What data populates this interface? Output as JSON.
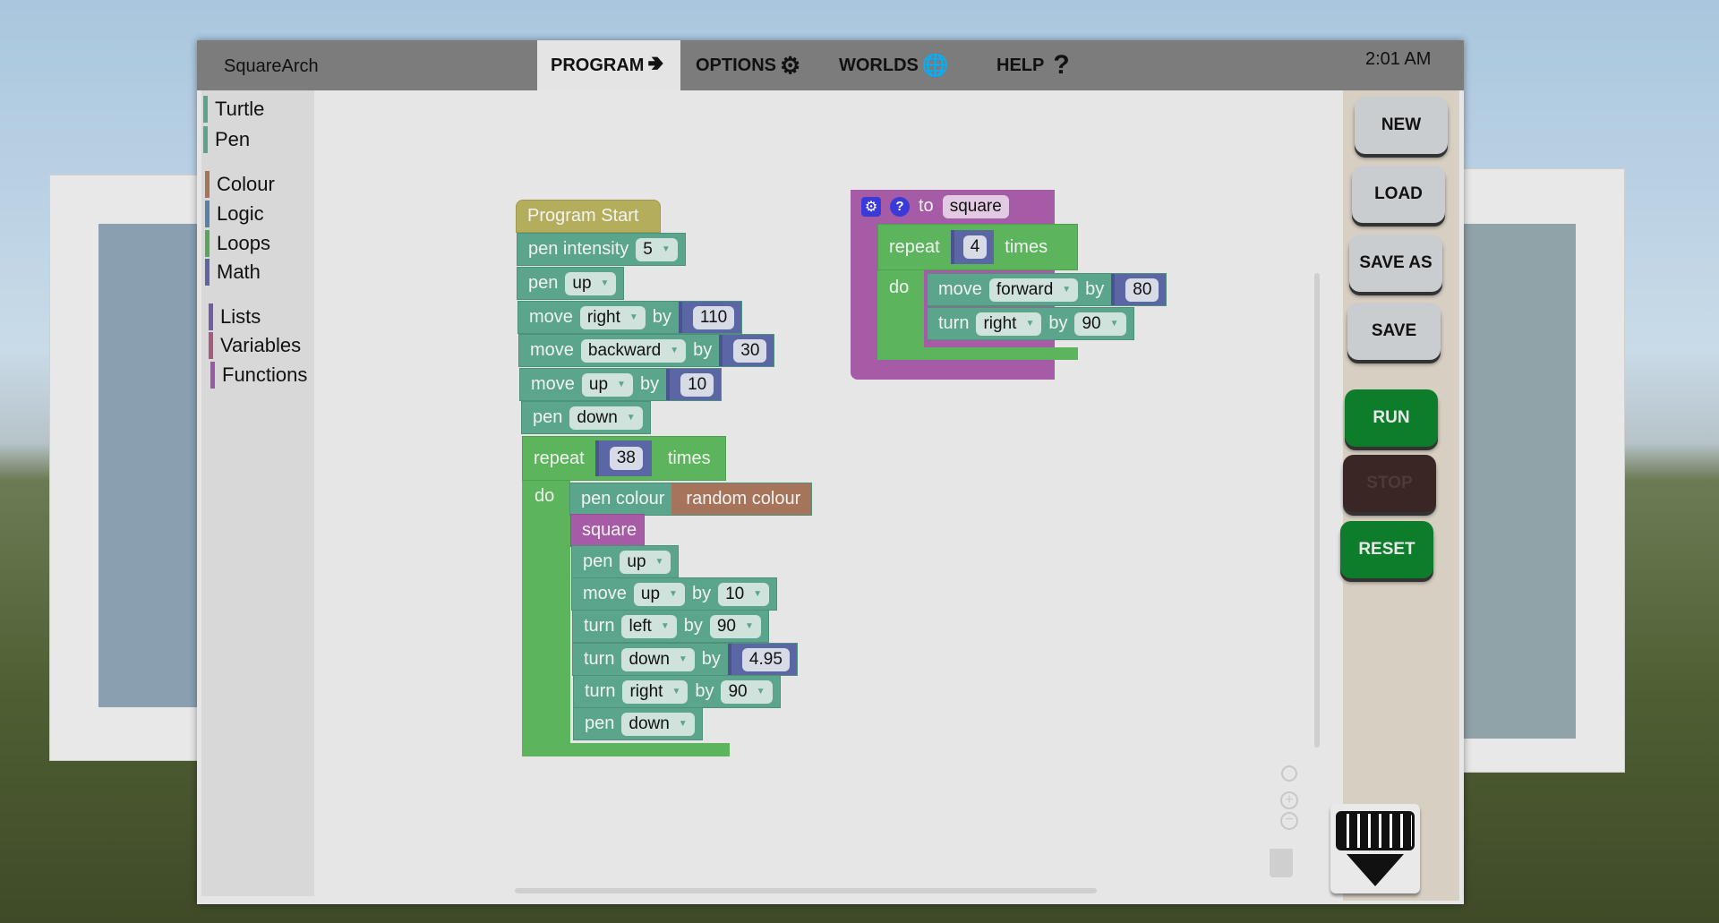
{
  "app": {
    "title": "SquareArch",
    "time": "2:01 AM"
  },
  "tabs": [
    {
      "label": "PROGRAM",
      "icon": "turtle-icon"
    },
    {
      "label": "OPTIONS",
      "icon": "gear-icon"
    },
    {
      "label": "WORLDS",
      "icon": "globe-icon"
    },
    {
      "label": "HELP",
      "icon": "question-icon"
    }
  ],
  "categories": [
    "Turtle",
    "Pen",
    "Colour",
    "Logic",
    "Loops",
    "Math",
    "Lists",
    "Variables",
    "Functions"
  ],
  "buttons": {
    "new": "NEW",
    "load": "LOAD",
    "save_as": "SAVE AS",
    "save": "SAVE",
    "run": "RUN",
    "stop": "STOP",
    "reset": "RESET"
  },
  "program": {
    "start": "Program Start",
    "pen_intensity": {
      "label": "pen intensity",
      "value": "5"
    },
    "pen_up": {
      "label": "pen",
      "value": "up"
    },
    "move1": {
      "label": "move",
      "dir": "right",
      "by": "by",
      "value": "110"
    },
    "move2": {
      "label": "move",
      "dir": "backward",
      "by": "by",
      "value": "30"
    },
    "move3": {
      "label": "move",
      "dir": "up",
      "by": "by",
      "value": "10"
    },
    "pen_down": {
      "label": "pen",
      "value": "down"
    },
    "repeat": {
      "label": "repeat",
      "count": "38",
      "times": "times",
      "do": "do"
    },
    "inner": {
      "pen_colour": {
        "label": "pen colour",
        "value": "random colour"
      },
      "call": "square",
      "pen_up": {
        "label": "pen",
        "value": "up"
      },
      "move": {
        "label": "move",
        "dir": "up",
        "by": "by",
        "value": "10"
      },
      "turn1": {
        "label": "turn",
        "dir": "left",
        "by": "by",
        "value": "90"
      },
      "turn2": {
        "label": "turn",
        "dir": "down",
        "by": "by",
        "value": "4.95"
      },
      "turn3": {
        "label": "turn",
        "dir": "right",
        "by": "by",
        "value": "90"
      },
      "pen_down": {
        "label": "pen",
        "value": "down"
      }
    }
  },
  "function": {
    "to": "to",
    "name": "square",
    "repeat": "repeat",
    "count": "4",
    "times": "times",
    "do": "do",
    "move": {
      "label": "move",
      "dir": "forward",
      "by": "by",
      "value": "80"
    },
    "turn": {
      "label": "turn",
      "dir": "right",
      "by": "by",
      "value": "90"
    }
  }
}
